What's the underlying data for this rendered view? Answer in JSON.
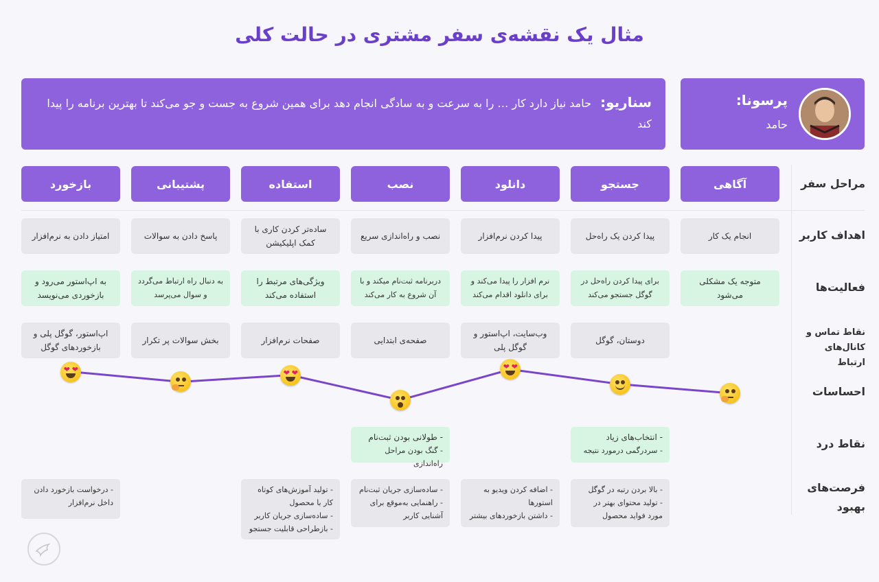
{
  "title": "مثال یک نقشه‌ی سفر مشتری در حالت کلی",
  "persona": {
    "label": "پرسونا:",
    "name": "حامد"
  },
  "scenario": {
    "label": "سناریو:",
    "text": "حامد نیاز دارد کار … را به سرعت و به سادگی انجام دهد برای همین شروع به جست و جو می‌کند تا بهترین برنامه را پیدا کند"
  },
  "row_labels": {
    "stages": "مراحل سفر",
    "goals": "اهداف کاربر",
    "activities": "فعالیت‌ها",
    "touchpoints": "نقاط تماس و کانال‌های ارتباط",
    "emotions": "احساسات",
    "pains": "نقاط درد",
    "opportunities": "فرصت‌های بهبود"
  },
  "stages": [
    "آگاهی",
    "جستجو",
    "دانلود",
    "نصب",
    "استفاده",
    "پشتیبانی",
    "بازخورد"
  ],
  "goals": [
    "انجام یک کار",
    "پیدا کردن یک راه‌حل",
    "پیدا کردن نرم‌افزار",
    "نصب و راه‌اندازی سریع",
    "ساده‌تر کردن کاری با کمک اپلیکیشن",
    "پاسخ دادن به سوالات",
    "امتیاز دادن به نرم‌افزار"
  ],
  "activities": [
    "متوجه یک مشکلی می‌شود",
    "برای پیدا کردن راه‌حل در گوگل جستجو می‌کند",
    "نرم افزار را پیدا می‌کند و برای دانلود اقدام می‌کند",
    "دربرنامه ثبت‌نام میکند و با آن شروع به کار می‌کند",
    "ویژگی‌های مرتبط را استفاده می‌کند",
    "به دنبال راه ارتباط می‌گردد و سوال می‌پرسد",
    "به اپ‌استور می‌رود و بازخوردی می‌نویسد"
  ],
  "touchpoints": [
    "",
    "دوستان، گوگل",
    "وب‌سایت، اپ‌استور و گوگل پلی",
    "صفحه‌ی ابتدایی",
    "صفحات نرم‌افزار",
    "بخش سوالات پر تکرار",
    "اپ‌استور، گوگل پلی و بازخوردهای گوگل"
  ],
  "emotions": {
    "icons": [
      "thinking-face-icon",
      "smiling-face-icon",
      "heart-eyes-face-icon",
      "surprised-face-icon",
      "heart-eyes-face-icon",
      "thinking-face-icon",
      "heart-eyes-face-icon"
    ],
    "scores": [
      1.4,
      2.2,
      3.5,
      0.8,
      3.0,
      2.4,
      3.3
    ],
    "line_color": "#7a45c9"
  },
  "pains": [
    {
      "main": "",
      "sub": ""
    },
    {
      "main": "- انتخاب‌های زیاد",
      "sub": "- سردرگمی درمورد نتیجه"
    },
    {
      "main": "",
      "sub": ""
    },
    {
      "main": "- طولانی بودن ثبت‌نام",
      "sub": "- گنگ بودن مراحل راه‌اندازی"
    },
    {
      "main": "",
      "sub": ""
    },
    {
      "main": "",
      "sub": ""
    },
    {
      "main": "",
      "sub": ""
    }
  ],
  "opportunities": [
    [],
    [
      "- بالا بردن رتبه در گوگل",
      "- تولید محتوای بهتر در مورد فواید محصول"
    ],
    [
      "- اضافه کردن ویدیو به استورها",
      "- داشتن بازخوردهای بیشتر"
    ],
    [
      "- ساده‌سازی جریان ثبت‌نام",
      "- راهنمایی به‌موقع برای آشنایی کاربر"
    ],
    [
      "- تولید آموزش‌های کوتاه کار با محصول",
      "- ساده‌سازی جریان کاربر",
      "- بازطراحی قابلیت جستجو"
    ],
    [],
    [
      "- درخواست بازخورد دادن داخل نرم‌افزار"
    ]
  ],
  "colors": {
    "accent": "#8e62dd",
    "title": "#6a3fc9",
    "cell_gray": "#e8e8ec",
    "cell_green": "#d8f5e4"
  }
}
